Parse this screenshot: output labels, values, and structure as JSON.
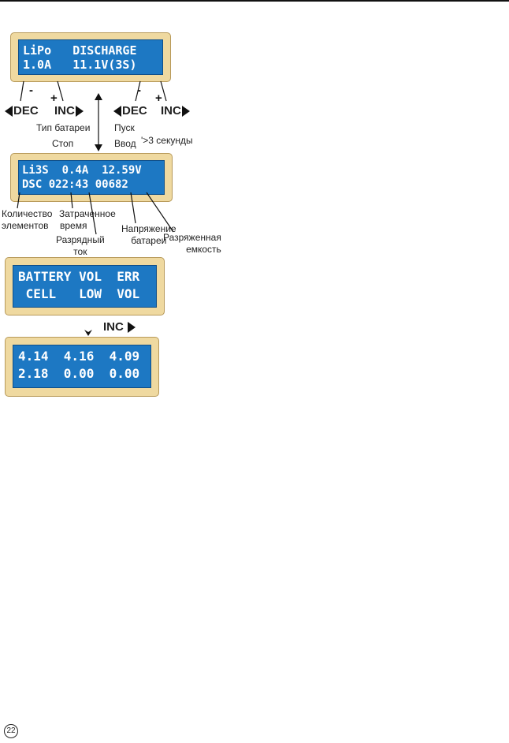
{
  "lcd1": {
    "line1": "LiPo   DISCHARGE",
    "line2": "1.0A   11.1V(3S)"
  },
  "lcd2": {
    "line1": "Li3S  0.4A  12.59V",
    "line2": "DSC 022:43 00682"
  },
  "lcd3": {
    "line1": "BATTERY VOL  ERR",
    "line2": " CELL   LOW  VOL"
  },
  "lcd4": {
    "line1": "4.14  4.16  4.09",
    "line2": "2.18  0.00  0.00"
  },
  "buttons": {
    "dec_left": "DEC",
    "inc_left": "INC",
    "dec_right": "DEC",
    "inc_right": "INC",
    "minus": "-",
    "plus": "+",
    "inc_next": "INC"
  },
  "labels": {
    "battery_type": "Тип батареи",
    "stop": "Стоп",
    "start": "Пуск",
    "enter": "Ввод",
    "seconds": "'>3 секунды",
    "cell_count_1": "Количество",
    "cell_count_2": "элементов",
    "elapsed_1": "Затраченное",
    "elapsed_2": "время",
    "current_1": "Разрядный",
    "current_2": "ток",
    "voltage_1": "Напряжение",
    "voltage_2": "батареи",
    "capacity_1": "Разряженная",
    "capacity_2": "емкость"
  },
  "page_number": "22"
}
